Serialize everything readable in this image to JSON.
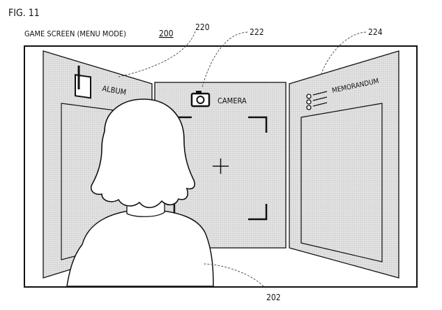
{
  "figure": {
    "label": "FIG. 11",
    "caption": "GAME SCREEN (MENU MODE)",
    "screen_ref": "200"
  },
  "panels": {
    "album": {
      "label": "ALBUM",
      "ref": "220",
      "icon": "album-icon"
    },
    "camera": {
      "label": "CAMERA",
      "ref": "222",
      "icon": "camera-icon"
    },
    "memorandum": {
      "label": "MEMORANDUM",
      "ref": "224",
      "icon": "memo-list-icon"
    }
  },
  "character": {
    "ref": "202"
  },
  "colors": {
    "line": "#111111",
    "panel_fill": "#d9d9d9",
    "screen_bg": "#ffffff"
  }
}
